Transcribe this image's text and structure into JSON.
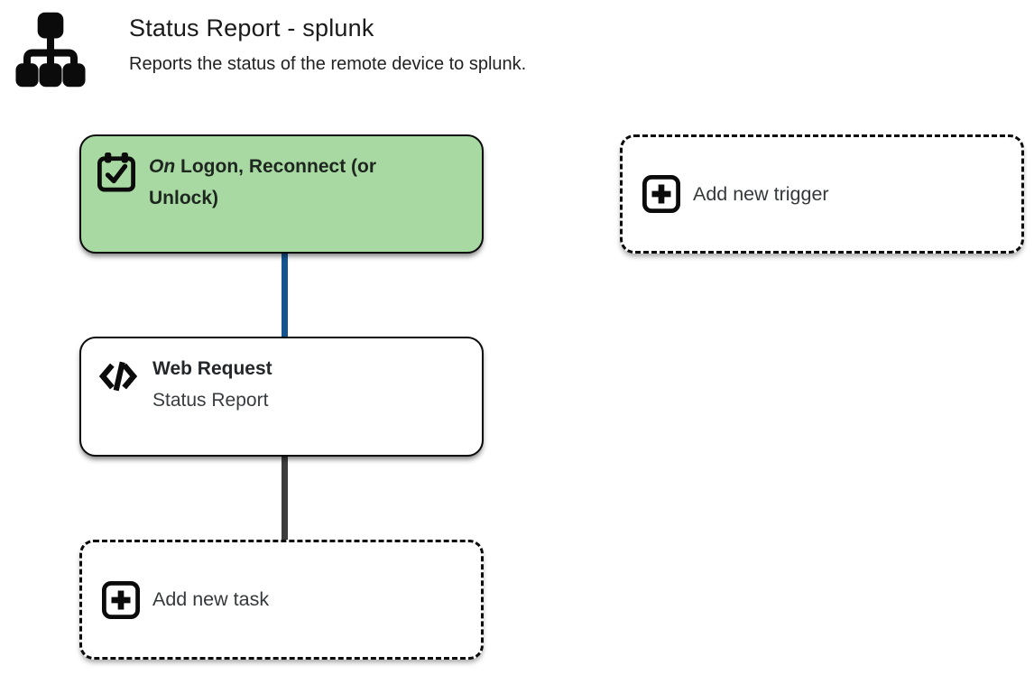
{
  "header": {
    "title": "Status Report - splunk",
    "subtitle": "Reports the status of the remote device to splunk.",
    "icon": "sitemap-icon"
  },
  "colors": {
    "trigger_bg": "#a9d9a3",
    "trigger_connector": "#15548f",
    "task_connector": "#3d3d3d",
    "node_border": "#0c0c0c"
  },
  "nodes": {
    "trigger": {
      "label_prefix": "On",
      "label": "Logon, Reconnect (or Unlock)",
      "icon": "calendar-check-icon"
    },
    "add_trigger": {
      "label": "Add new trigger",
      "icon": "plus-square-icon"
    },
    "task": {
      "title": "Web Request",
      "subtitle": "Status Report",
      "icon": "code-icon"
    },
    "add_task": {
      "label": "Add new task",
      "icon": "plus-square-icon"
    }
  }
}
